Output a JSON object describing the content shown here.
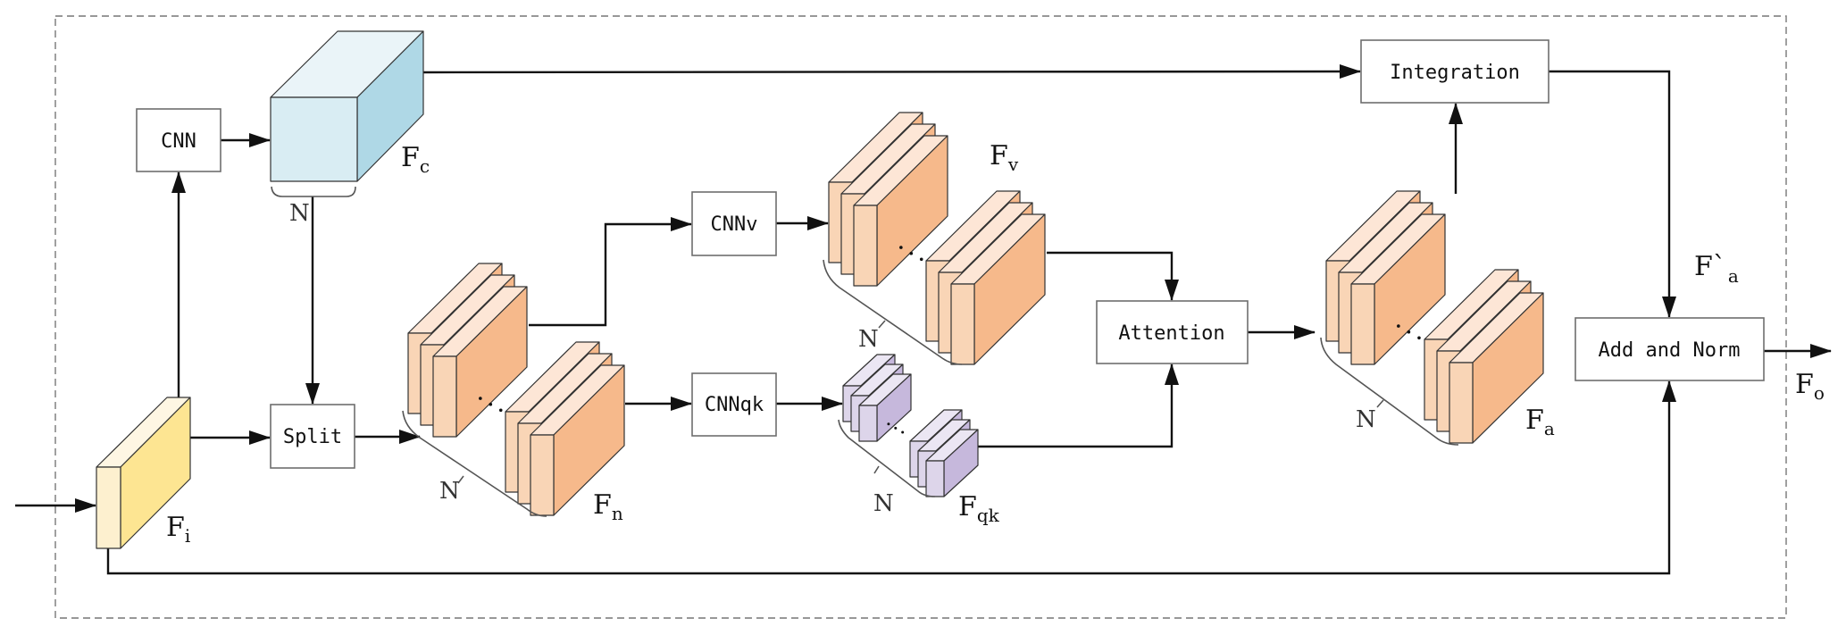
{
  "boxes": {
    "cnn": "CNN",
    "split": "Split",
    "cnnv": "CNNv",
    "cnnqk": "CNNqk",
    "attention": "Attention",
    "integration": "Integration",
    "add_norm": "Add and Norm"
  },
  "tensors": {
    "fi": {
      "main": "F",
      "sub": "i"
    },
    "fc": {
      "main": "F",
      "sub": "c"
    },
    "fn": {
      "main": "F",
      "sub": "n"
    },
    "fv": {
      "main": "F",
      "sub": "v"
    },
    "fqk": {
      "main": "F",
      "sub": "qk"
    },
    "fa": {
      "main": "F",
      "sub": "a"
    },
    "fa_prime": {
      "main": "F`",
      "sub": "a"
    },
    "fo": {
      "main": "F",
      "sub": "o"
    }
  },
  "n_labels": {
    "fc": "N",
    "fn": "N",
    "fv": "N",
    "fqk": "N",
    "fa": "N"
  },
  "colors": {
    "orange_top": "#fde6d6",
    "orange_front": "#f9d5b6",
    "orange_side": "#f6b98b",
    "purple_top": "#ebe6f3",
    "purple_front": "#ddd5ea",
    "purple_side": "#c6b8dc",
    "blue_top": "#eaf4f8",
    "blue_front": "#d9edf3",
    "blue_side": "#afd8e6",
    "yellow_top": "#fef6e3",
    "yellow_front": "#fdf0cf",
    "yellow_side": "#fde592"
  }
}
